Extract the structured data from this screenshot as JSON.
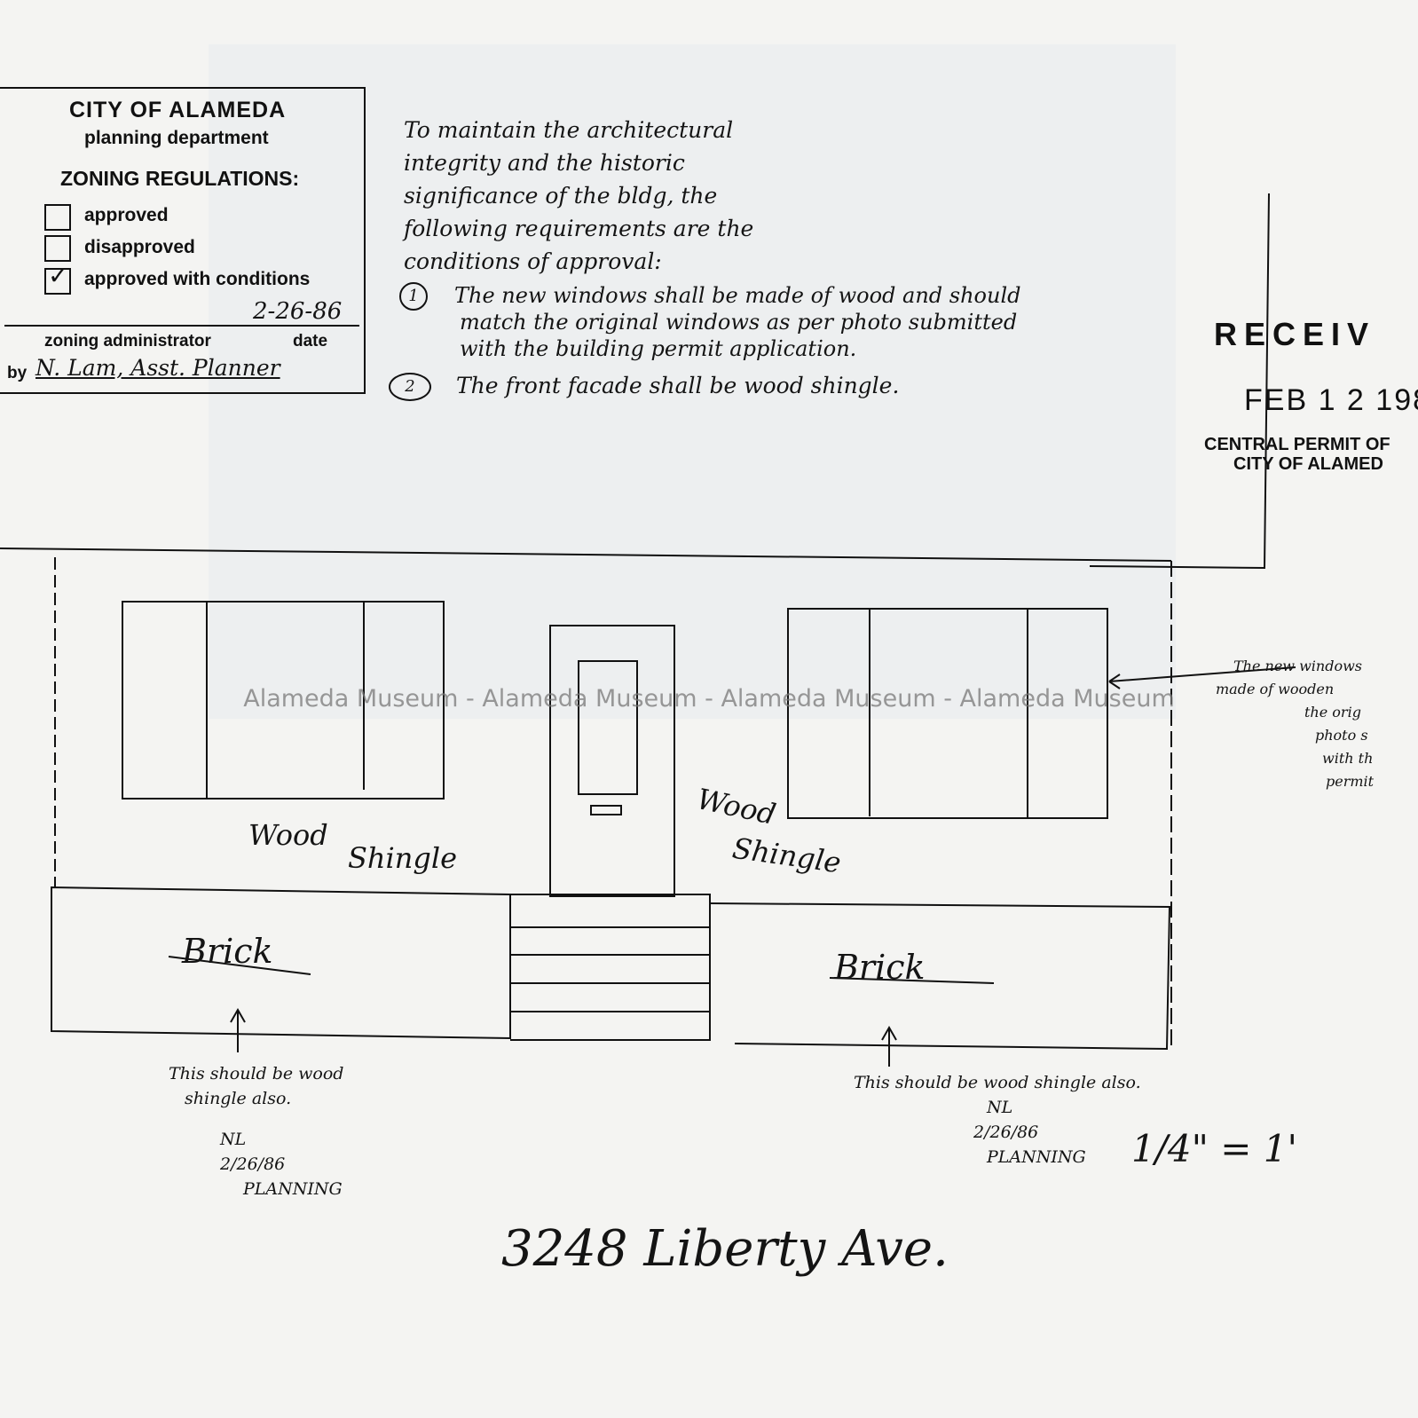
{
  "form": {
    "title": "CITY OF ALAMEDA",
    "department": "planning department",
    "heading": "ZONING REGULATIONS:",
    "options": [
      {
        "label": "approved",
        "checked": false
      },
      {
        "label": "disapproved",
        "checked": false
      },
      {
        "label": "approved with conditions",
        "checked": true
      }
    ],
    "date_value": "2-26-86",
    "admin_label": "zoning administrator",
    "date_label": "date",
    "by_label": "by",
    "signature": "N. Lam, Asst. Planner"
  },
  "note": {
    "lines": [
      "To maintain the architectural",
      "integrity and the historic",
      "significance of the bldg, the",
      "following requirements are the",
      "conditions of approval:"
    ],
    "conditions": [
      {
        "number": "1",
        "lines": [
          "The new windows shall be made of wood and should",
          "match the original windows as per photo submitted",
          "with the building permit application."
        ]
      },
      {
        "number": "2",
        "lines": [
          "The front facade shall be wood shingle."
        ]
      }
    ]
  },
  "stamp": {
    "received": "RECEIV",
    "date": "FEB 1 2 198",
    "office": "CENTRAL PERMIT OF",
    "city": "CITY OF ALAMED"
  },
  "side_note": [
    "The new windows",
    "made of  wooden",
    "the orig",
    "photo s",
    "with th",
    "permit"
  ],
  "drawing": {
    "labels": {
      "wood_left_1": "Wood",
      "wood_left_2": "Shingle",
      "wood_right_1": "Wood",
      "wood_right_2": "Shingle",
      "brick_left": "Brick",
      "brick_right": "Brick"
    },
    "left_annotation": [
      "This should be wood",
      "shingle also.",
      "NL",
      "2/26/86",
      "PLANNING"
    ],
    "right_annotation": [
      "This should be wood shingle also.",
      "NL",
      "2/26/86",
      "PLANNING"
    ],
    "scale": "1/4\" = 1'",
    "address": "3248 Liberty Ave."
  },
  "watermark": "Alameda Museum - Alameda Museum - Alameda Museum - Alameda Museum"
}
